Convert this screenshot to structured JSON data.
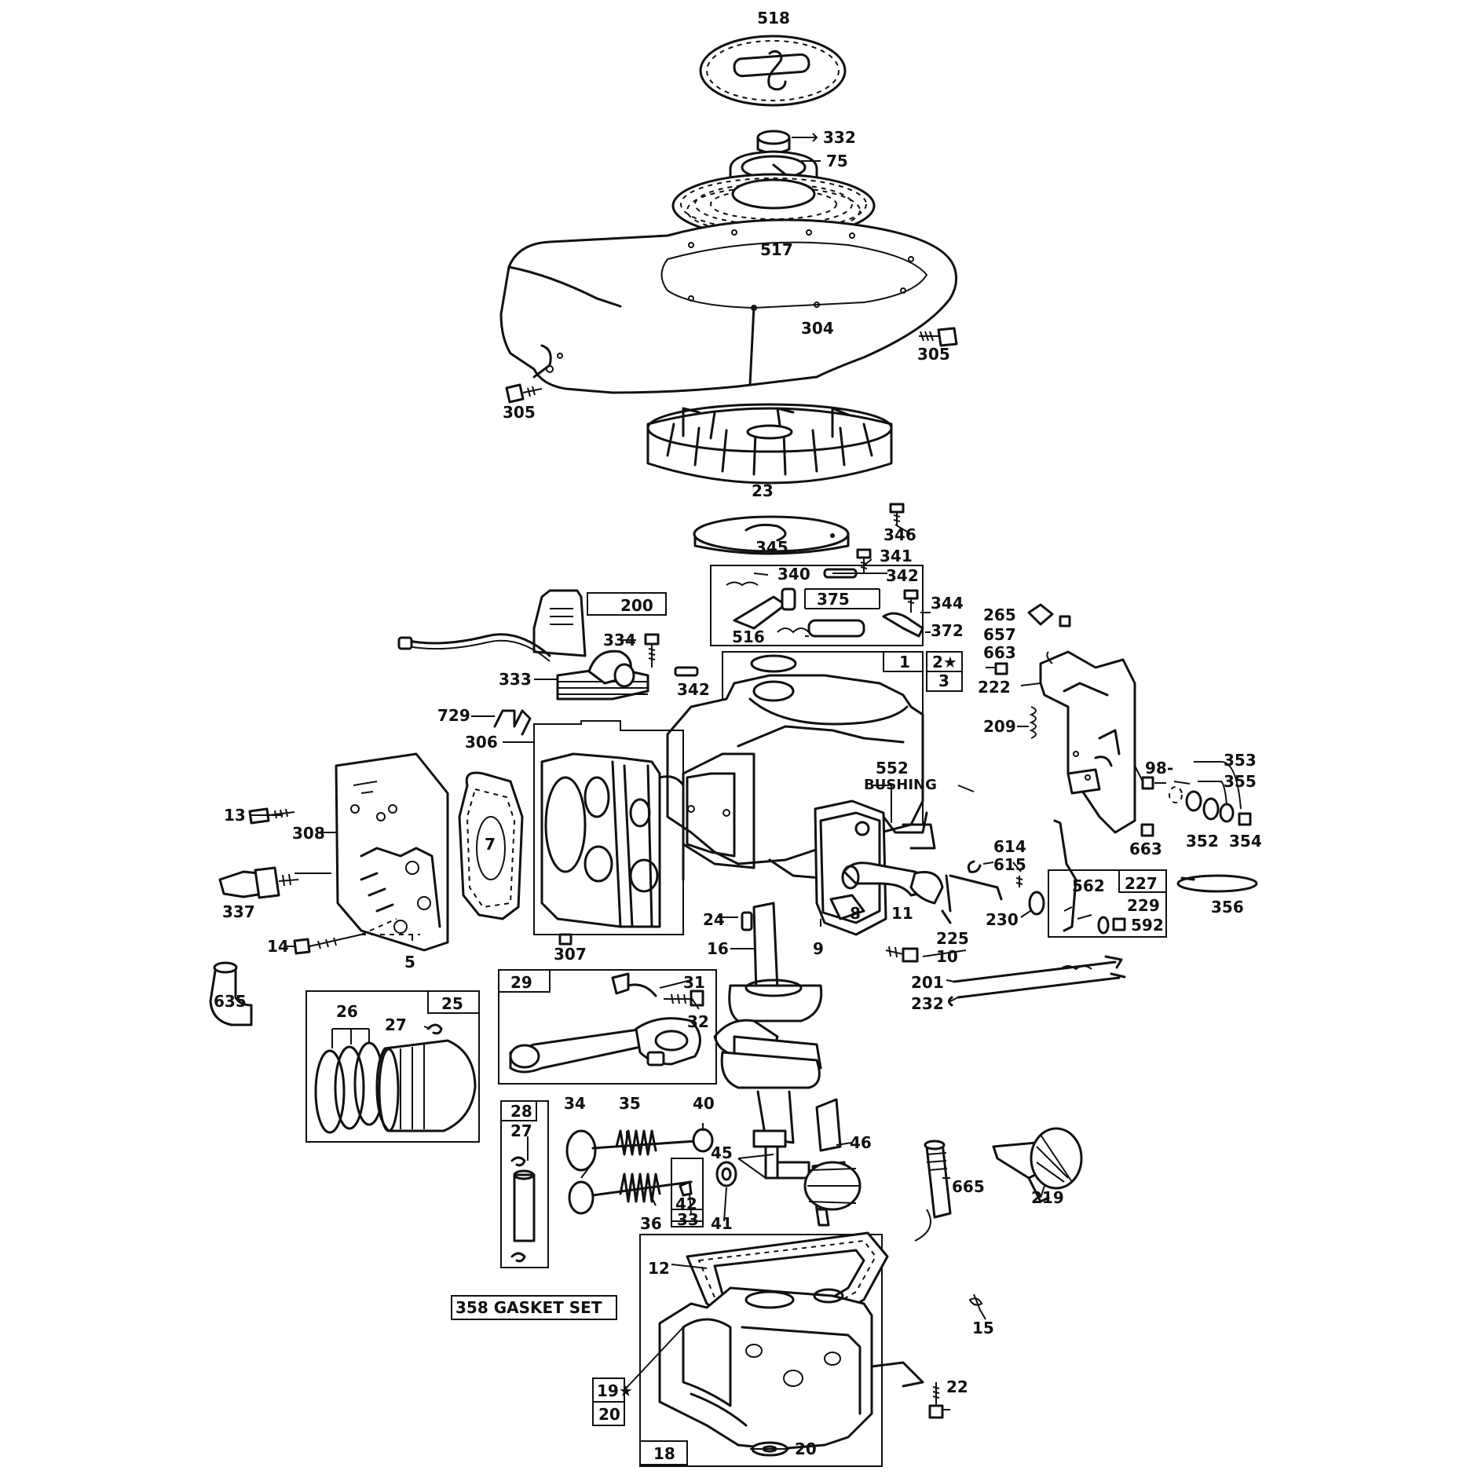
{
  "labels": {
    "l518": "518",
    "l332": "332",
    "l75": "75",
    "l517": "517",
    "l304": "304",
    "l305a": "305",
    "l305b": "305",
    "l23": "23",
    "l346": "346",
    "l345": "345",
    "l341": "341",
    "l340": "340",
    "l342a": "342",
    "l375": "375",
    "l344": "344",
    "l516": "516",
    "l372": "372",
    "l200": "200",
    "l334": "334",
    "l333": "333",
    "l342b": "342",
    "l1": "1",
    "l2": "2★",
    "l3": "3",
    "l265": "265",
    "l657": "657",
    "l663a": "663",
    "l222": "222",
    "l209": "209",
    "l729": "729",
    "l306": "306",
    "l552": "552",
    "bushing": "BUSHING",
    "l98": "98-",
    "l353": "353",
    "l355": "355",
    "l352": "352",
    "l354": "354",
    "l663b": "663",
    "l13": "13",
    "l308": "308",
    "l7": "7",
    "l337": "337",
    "l614": "614",
    "l615": "615",
    "l562": "562",
    "l227": "227",
    "l356": "356",
    "l229": "229",
    "l592": "592",
    "l230": "230",
    "l24": "24",
    "l8": "8",
    "l11": "11",
    "l225": "225",
    "l16": "16",
    "l9": "9",
    "l14": "14",
    "l5": "5",
    "l307": "307",
    "l10": "10",
    "l635": "635",
    "l201": "201",
    "l232": "232",
    "l29": "29",
    "l31": "31",
    "l32": "32",
    "l26": "26",
    "l25": "25",
    "l27a": "27",
    "l28": "28",
    "l27b": "27",
    "l34": "34",
    "l35": "35",
    "l40": "40",
    "l46": "46",
    "l45": "45",
    "l665": "665",
    "l219": "219",
    "l42": "42",
    "l33": "33",
    "l36": "36",
    "l41": "41",
    "l12": "12",
    "gasket_set": "358 GASKET SET",
    "l15": "15",
    "l19": "19★",
    "l20a": "20",
    "l22": "22",
    "l18": "18",
    "l20b": "20"
  }
}
